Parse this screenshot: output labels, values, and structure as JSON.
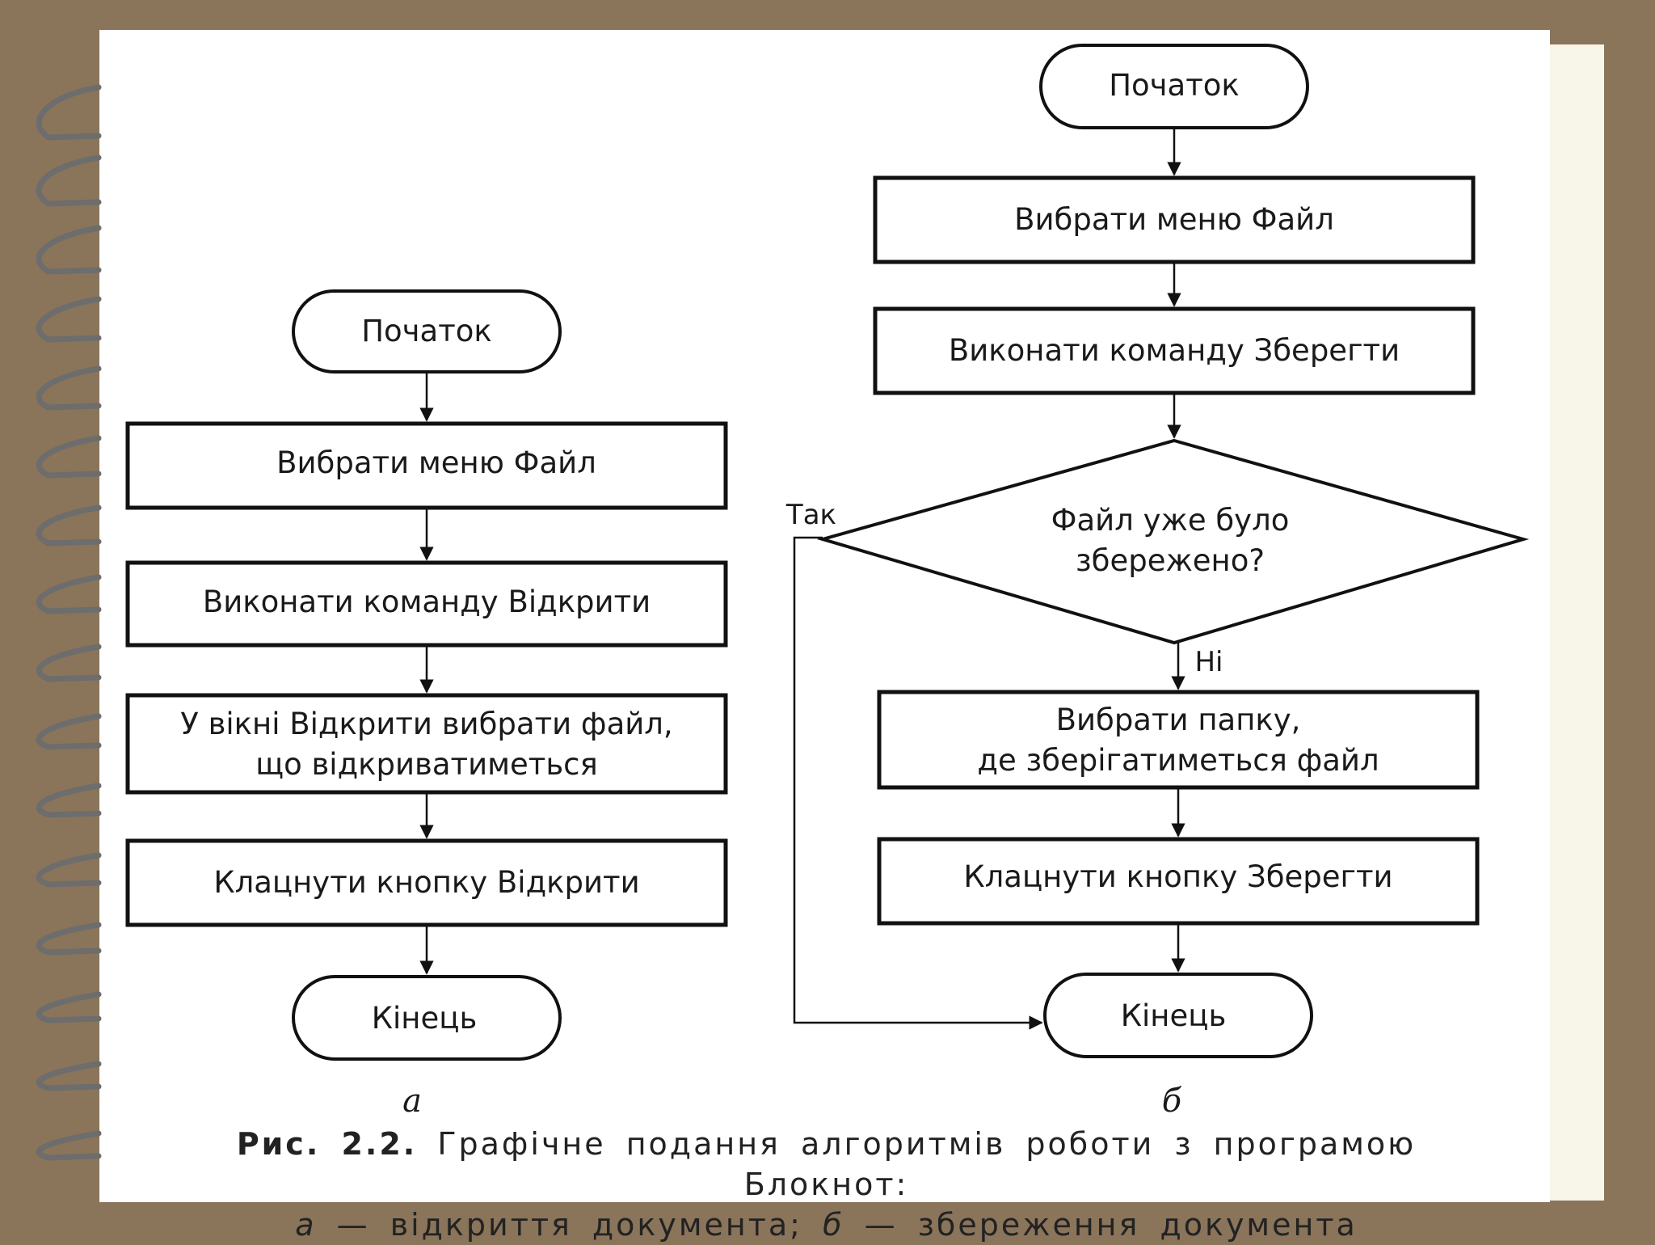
{
  "figure_a": {
    "start": "Початок",
    "steps": [
      "Вибрати меню Файл",
      "Виконати команду Відкрити",
      "У вікні Відкрити вибрати файл,",
      "що відкриватиметься",
      "Клацнути кнопку Відкрити"
    ],
    "end": "Кінець",
    "label": "а"
  },
  "figure_b": {
    "start": "Початок",
    "step1": "Вибрати меню Файл",
    "step2": "Виконати команду Зберегти",
    "decision_line1": "Файл уже було",
    "decision_line2": "збережено?",
    "yes_label": "Так",
    "no_label": "Ні",
    "step3_line1": "Вибрати папку,",
    "step3_line2": "де зберігатиметься файл",
    "step4": "Клацнути кнопку Зберегти",
    "end": "Кінець",
    "label": "б"
  },
  "caption": {
    "lead": "Рис. 2.2.",
    "line1_text": "Графічне подання алгоритмів роботи з програмою Блокнот:",
    "line2_a": "а",
    "line2_a_text": "— відкриття документа;",
    "line2_b": "б",
    "line2_b_text": "— збереження документа"
  },
  "colors": {
    "frame": "#8a745a",
    "page": "#ffffff",
    "stroke": "#111111"
  }
}
